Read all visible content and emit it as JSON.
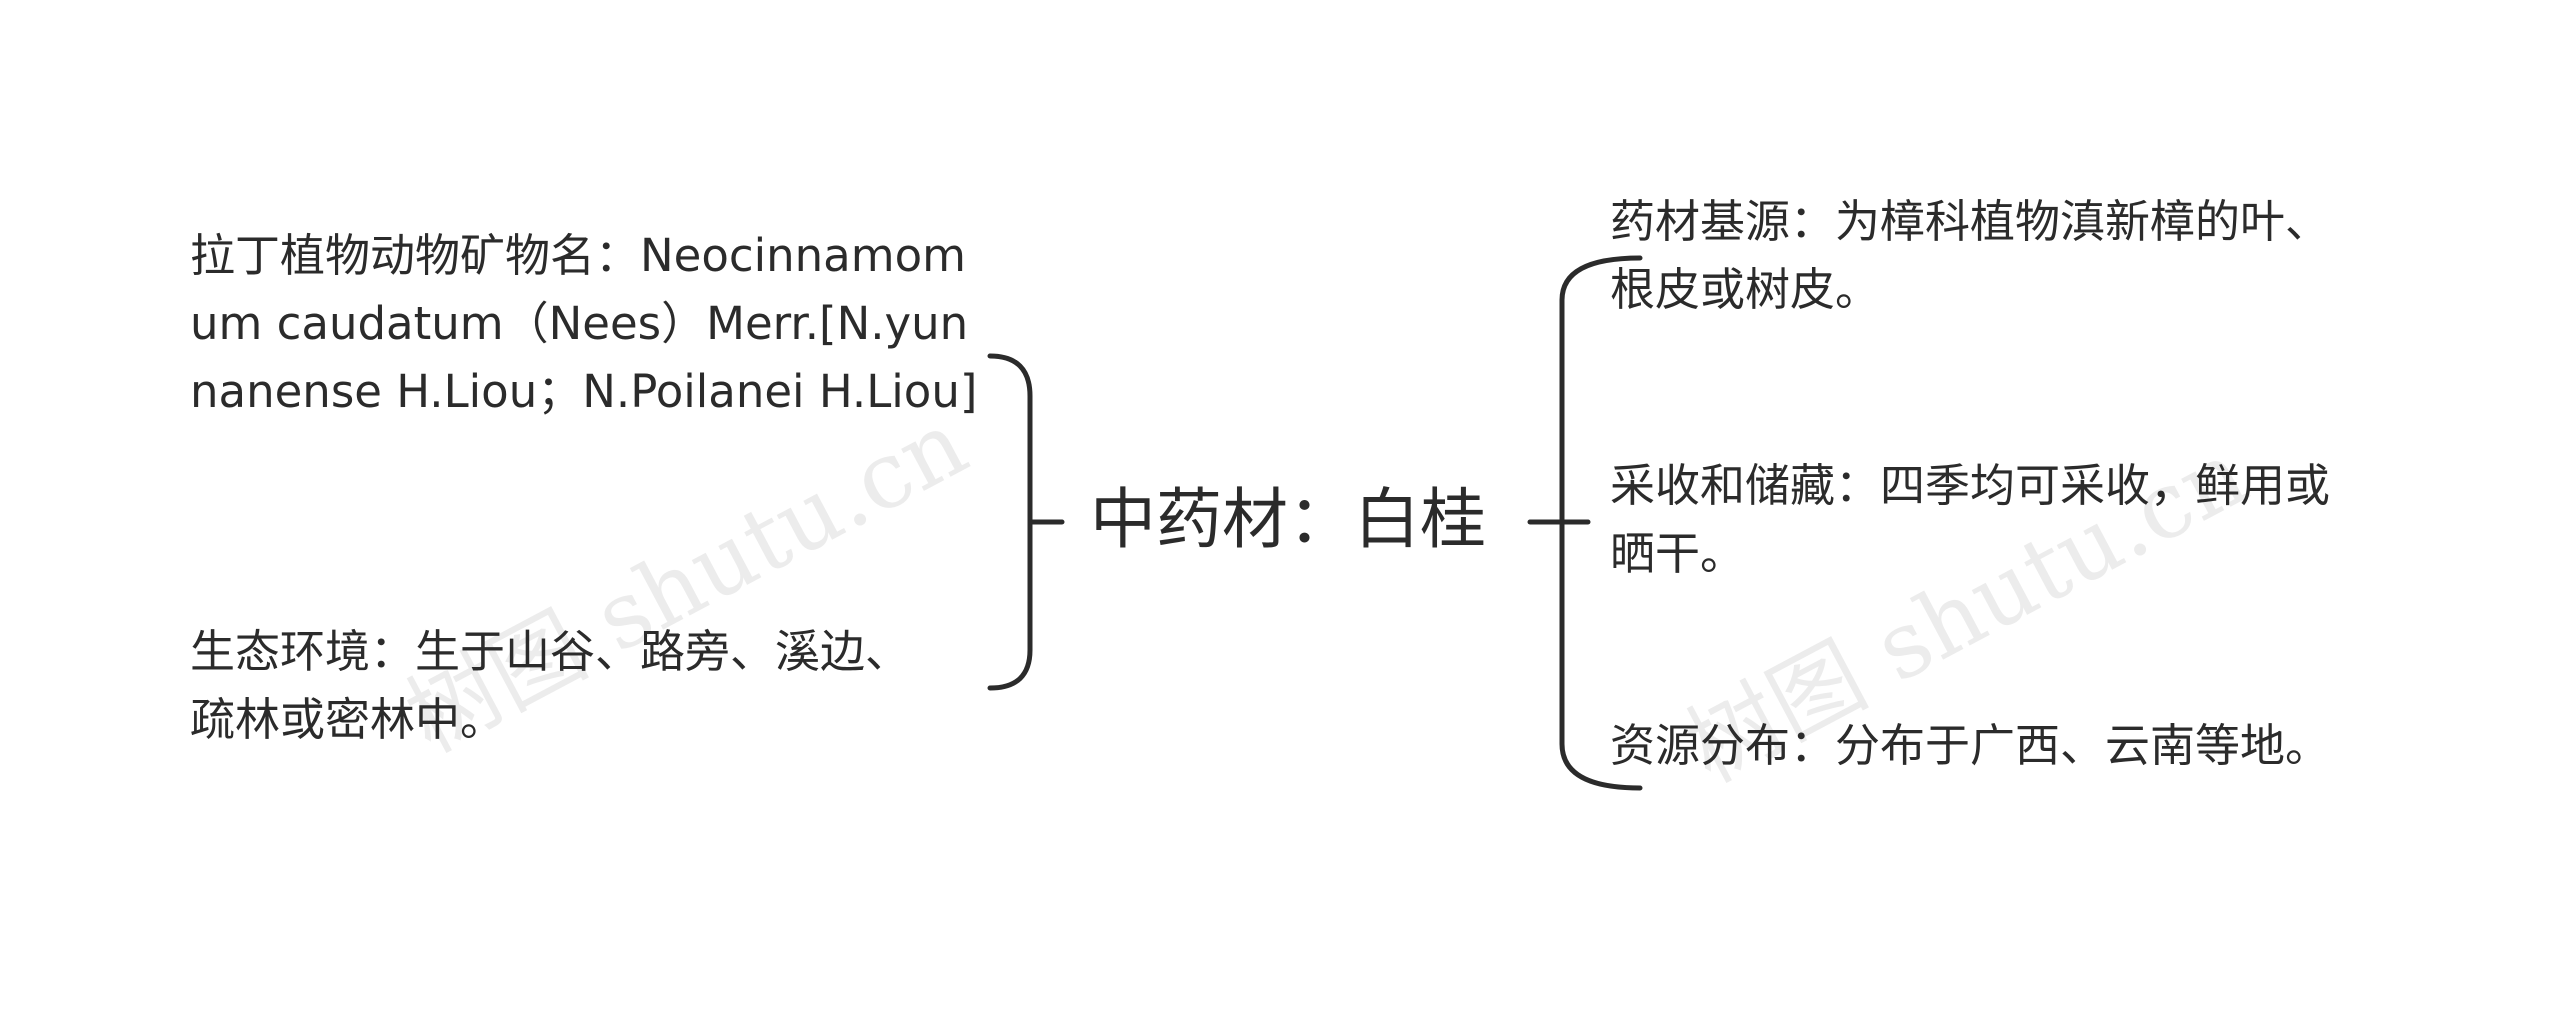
{
  "center": {
    "label": "中药材：白桂"
  },
  "left_nodes": [
    {
      "text": "拉丁植物动物矿物名：Neocinnamomum caudatum（Nees）Merr.[N.yunnanense H.Liou；N.Poilanei H.Liou]"
    },
    {
      "text": "生态环境：生于山谷、路旁、溪边、疏林或密林中。"
    }
  ],
  "right_nodes": [
    {
      "text": "药材基源：为樟科植物滇新樟的叶、根皮或树皮。"
    },
    {
      "text": "采收和储藏：四季均可采收，鲜用或晒干。"
    },
    {
      "text": "资源分布：分布于广西、云南等地。"
    }
  ],
  "watermark": {
    "text": "树图 shutu.cn"
  },
  "colors": {
    "line": "#2b2b2b",
    "text": "#2b2b2b",
    "background": "#ffffff"
  }
}
